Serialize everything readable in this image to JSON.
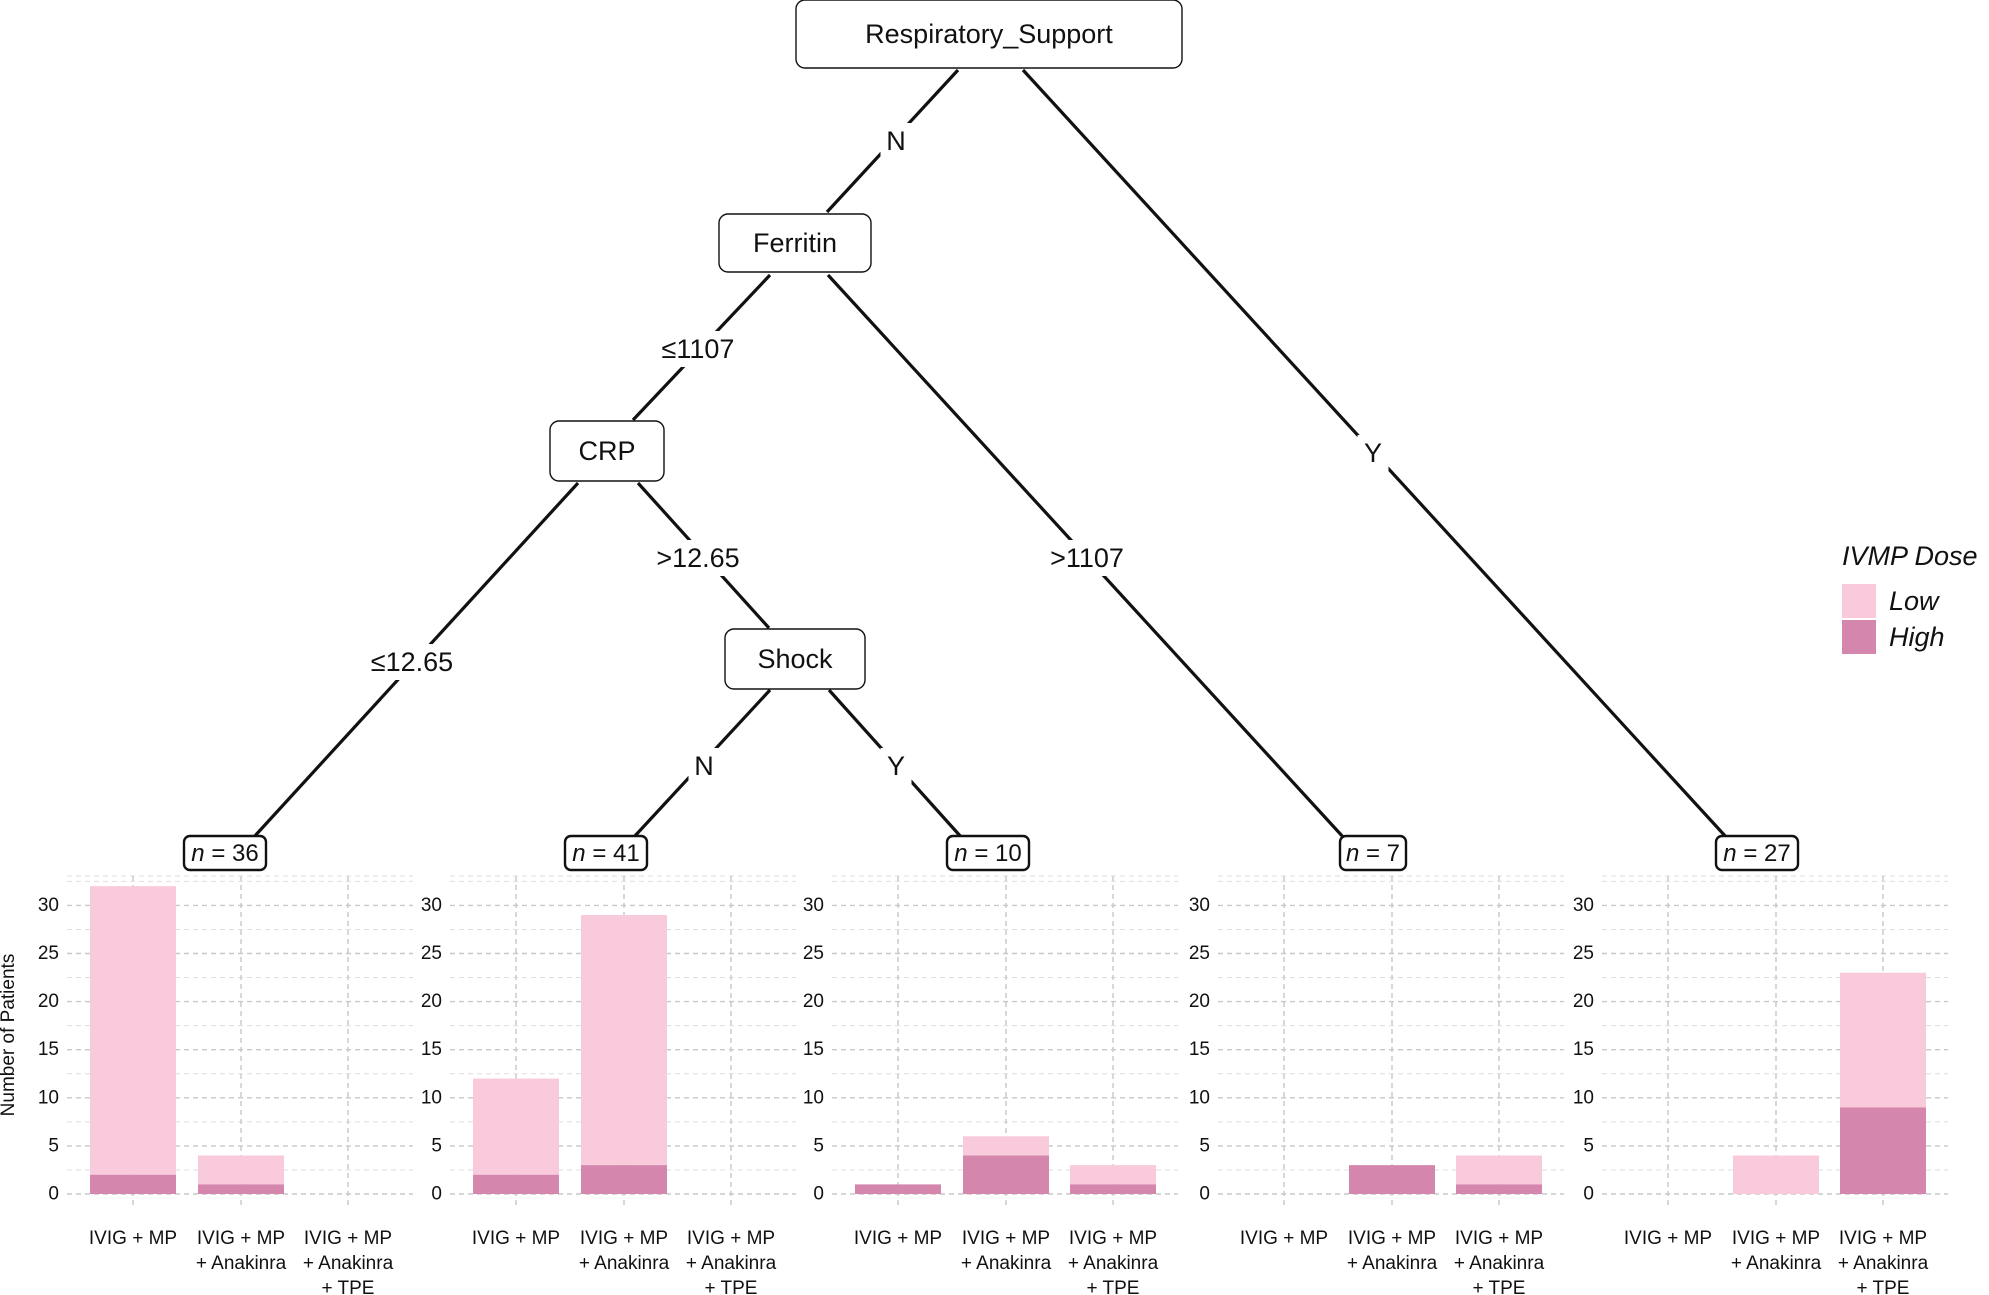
{
  "tree": {
    "nodes": [
      {
        "id": "root",
        "label": "Respiratory_Support"
      },
      {
        "id": "ferritin",
        "label": "Ferritin"
      },
      {
        "id": "crp",
        "label": "CRP"
      },
      {
        "id": "shock",
        "label": "Shock"
      }
    ],
    "edges": [
      {
        "from": "root",
        "to": "ferritin",
        "label": "N"
      },
      {
        "from": "root",
        "to": "leaf5",
        "label": "Y"
      },
      {
        "from": "ferritin",
        "to": "crp",
        "label": "≤1107"
      },
      {
        "from": "ferritin",
        "to": "leaf4",
        "label": ">1107"
      },
      {
        "from": "crp",
        "to": "leaf1",
        "label": "≤12.65"
      },
      {
        "from": "crp",
        "to": "shock",
        "label": ">12.65"
      },
      {
        "from": "shock",
        "to": "leaf2",
        "label": "N"
      },
      {
        "from": "shock",
        "to": "leaf3",
        "label": "Y"
      }
    ]
  },
  "legend": {
    "title": "IVMP Dose",
    "items": [
      {
        "label": "Low",
        "color": "#f9c9dc"
      },
      {
        "label": "High",
        "color": "#d486ac"
      }
    ]
  },
  "chart_data": {
    "type": "bar",
    "stacked": true,
    "ylabel": "Number of Patients",
    "ylim": [
      0,
      33
    ],
    "yticks": [
      0,
      5,
      10,
      15,
      20,
      25,
      30
    ],
    "grid": true,
    "legend_position": "right",
    "categories": [
      [
        "IVIG + MP"
      ],
      [
        "IVIG + MP",
        "+ Anakinra"
      ],
      [
        "IVIG + MP",
        "+ Anakinra",
        "+ TPE"
      ]
    ],
    "panels": [
      {
        "id": "leaf1",
        "n_label": "n = 36",
        "n_prefix": "n",
        "n_value": "= 36",
        "series": [
          {
            "name": "High",
            "values": [
              2,
              1,
              0
            ]
          },
          {
            "name": "Low",
            "values": [
              30,
              3,
              0
            ]
          }
        ]
      },
      {
        "id": "leaf2",
        "n_label": "n = 41",
        "n_prefix": "n",
        "n_value": "= 41",
        "series": [
          {
            "name": "High",
            "values": [
              2,
              3,
              0
            ]
          },
          {
            "name": "Low",
            "values": [
              10,
              26,
              0
            ]
          }
        ]
      },
      {
        "id": "leaf3",
        "n_label": "n = 10",
        "n_prefix": "n",
        "n_value": "= 10",
        "series": [
          {
            "name": "High",
            "values": [
              1,
              4,
              1
            ]
          },
          {
            "name": "Low",
            "values": [
              0,
              2,
              2
            ]
          }
        ]
      },
      {
        "id": "leaf4",
        "n_label": "n = 7",
        "n_prefix": "n",
        "n_value": "= 7",
        "series": [
          {
            "name": "High",
            "values": [
              0,
              3,
              1
            ]
          },
          {
            "name": "Low",
            "values": [
              0,
              0,
              3
            ]
          }
        ]
      },
      {
        "id": "leaf5",
        "n_label": "n = 27",
        "n_prefix": "n",
        "n_value": "= 27",
        "series": [
          {
            "name": "High",
            "values": [
              0,
              0,
              9
            ]
          },
          {
            "name": "Low",
            "values": [
              0,
              4,
              14
            ]
          }
        ]
      }
    ]
  }
}
